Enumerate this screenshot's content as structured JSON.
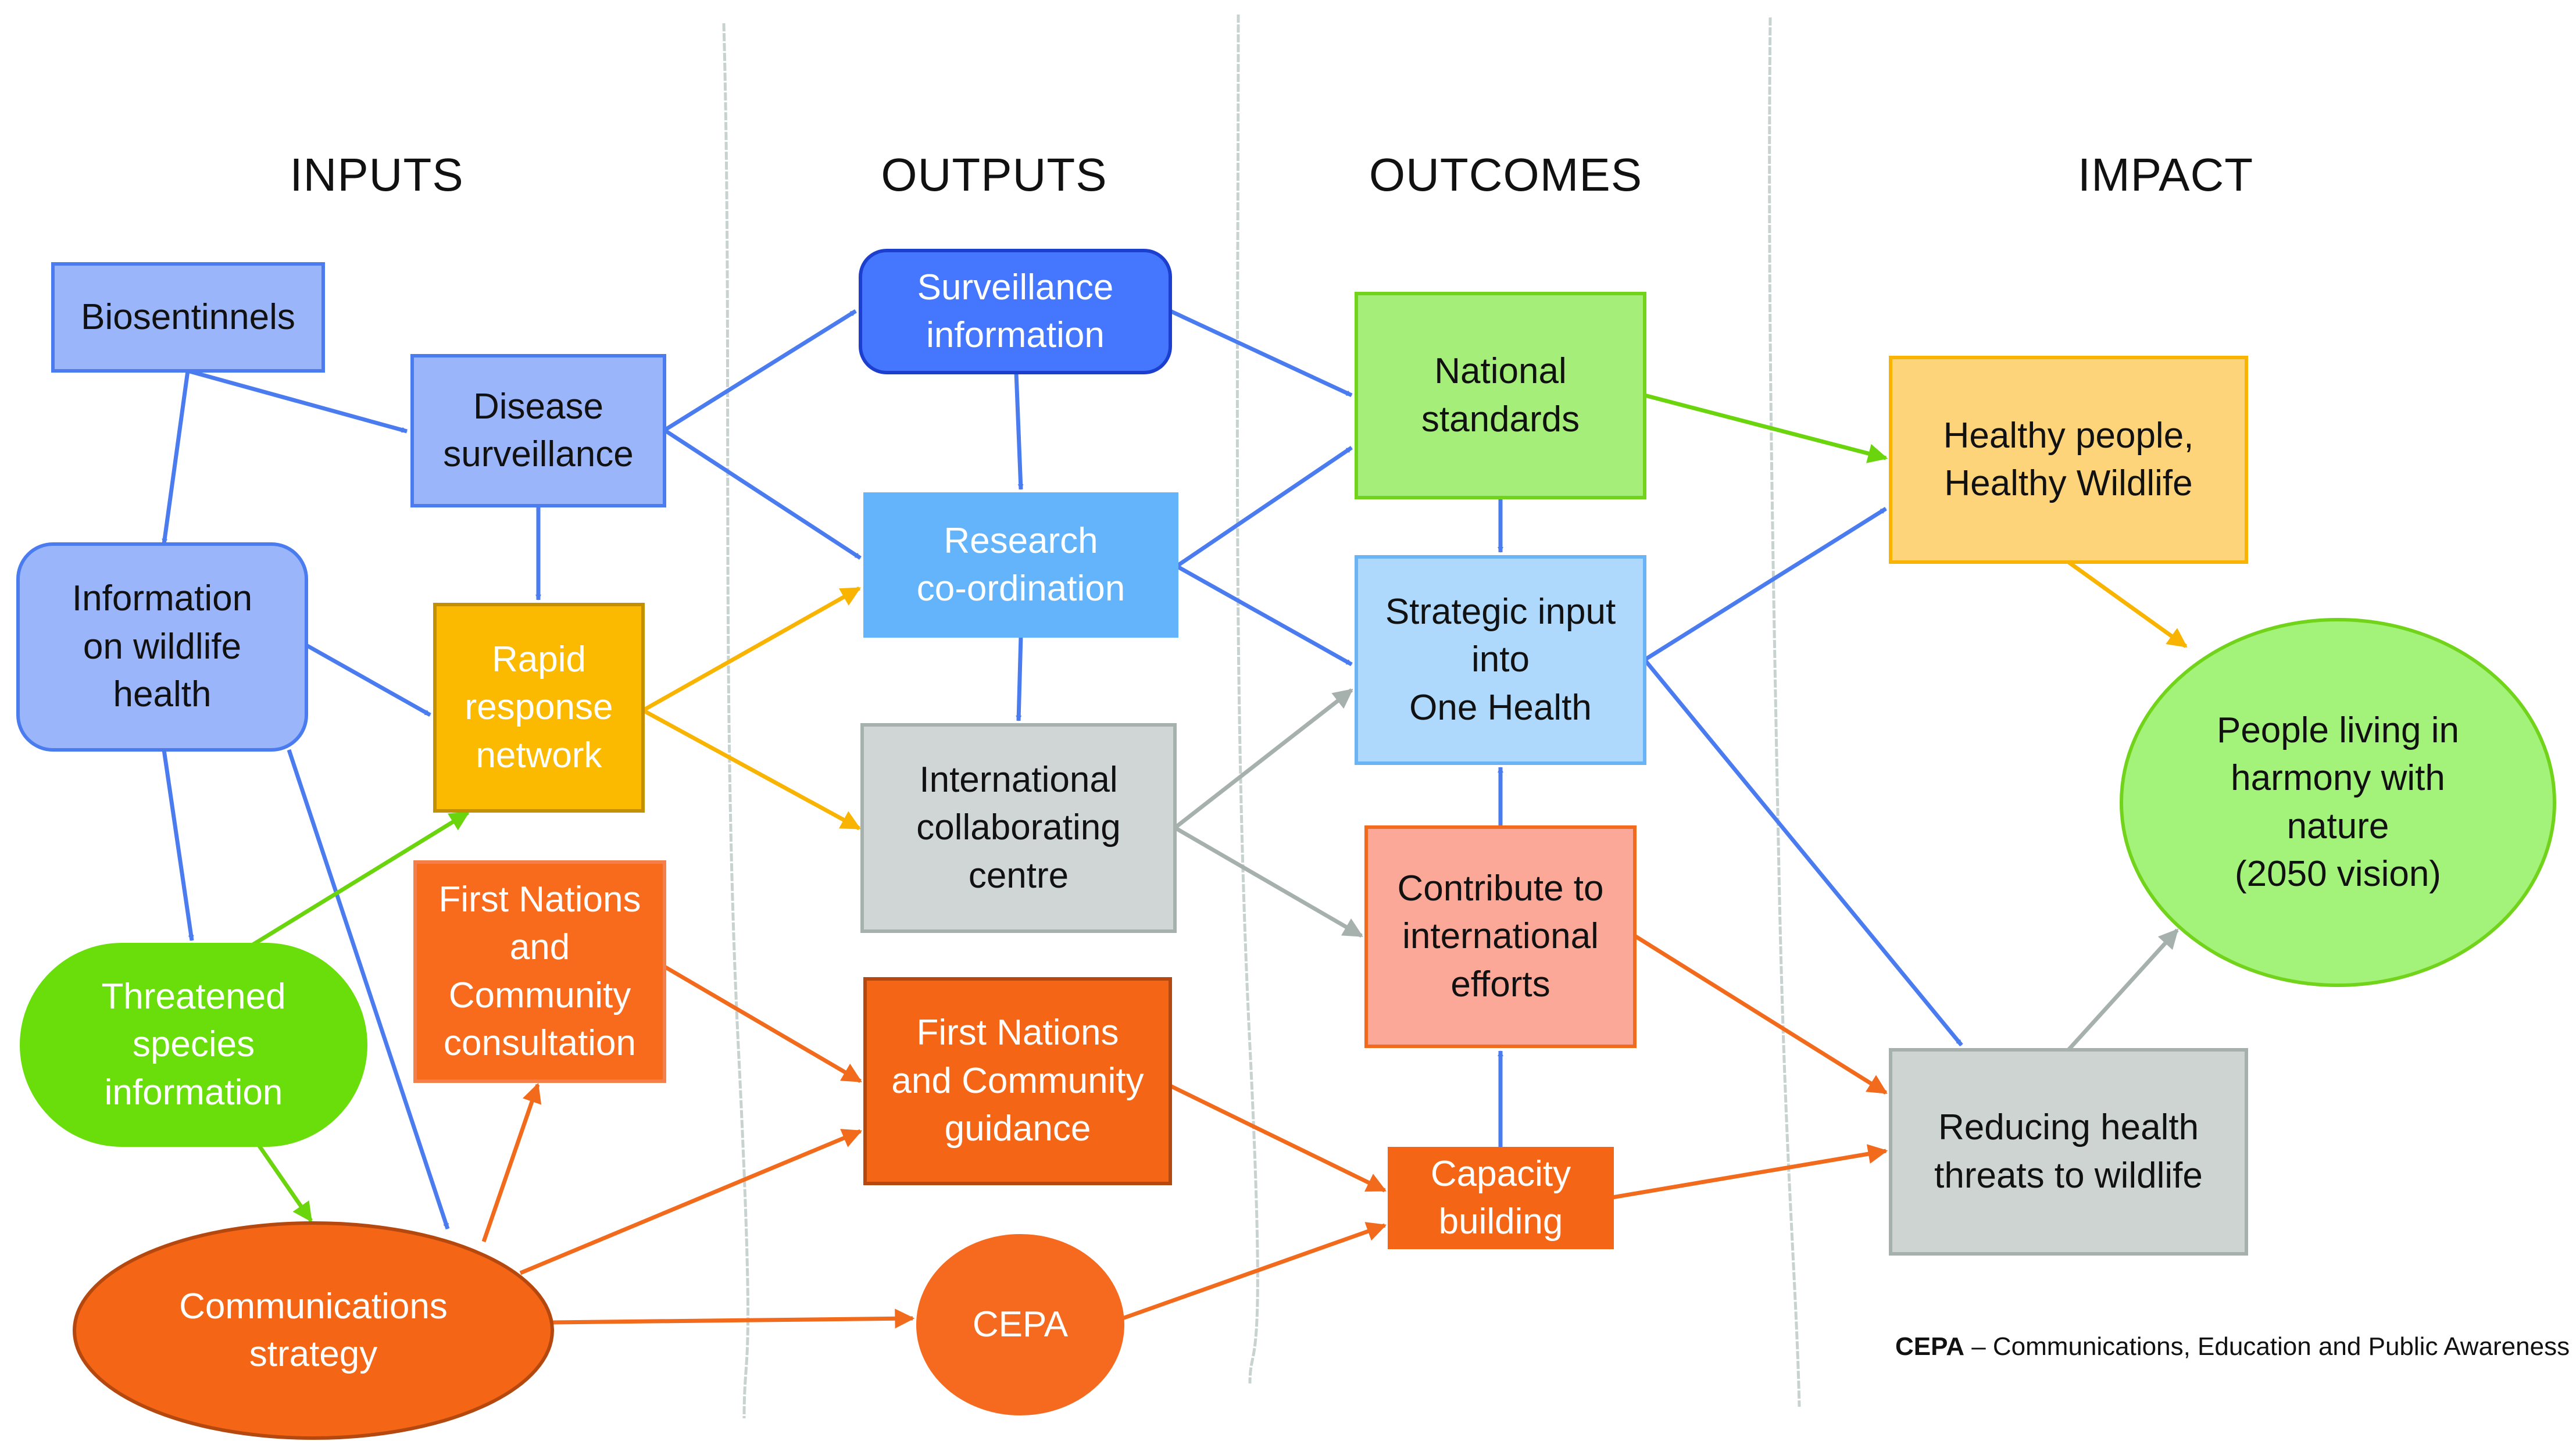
{
  "columns": [
    {
      "id": "inputs",
      "label": "INPUTS"
    },
    {
      "id": "outputs",
      "label": "OUTPUTS"
    },
    {
      "id": "outcomes",
      "label": "OUTCOMES"
    },
    {
      "id": "impact",
      "label": "IMPACT"
    }
  ],
  "colors": {
    "blue_arrow": "#4a7cf0",
    "orange_arrow": "#f26a1b",
    "yellow_arrow": "#f8b400",
    "green_arrow": "#6ad40c",
    "gray_arrow": "#a6b0ad",
    "divider": "#c8d2d0"
  },
  "nodes": {
    "biosentinnels": {
      "label": "Biosentinnels",
      "fill": "#9bb5fb",
      "border": "#4a7cf0",
      "text": "#111111"
    },
    "disease_surveillance": {
      "label": "Disease\nsurveillance",
      "fill": "#9bb5fb",
      "border": "#4a7cf0",
      "text": "#111111"
    },
    "info_wildlife_health": {
      "label": "Information\non wildlife\nhealth",
      "fill": "#9bb5fb",
      "border": "#4a7cf0",
      "text": "#111111"
    },
    "rapid_response": {
      "label": "Rapid\nresponse\nnetwork",
      "fill": "#fbb900",
      "border": "#c48f00",
      "text": "#ffffff"
    },
    "threatened_species": {
      "label": "Threatened\nspecies\ninformation",
      "fill": "#6ade0a",
      "border": "#6ade0a",
      "text": "#ffffff"
    },
    "first_nations_consultation": {
      "label": "First Nations\nand\nCommunity\nconsultation",
      "fill": "#f86a1c",
      "border": "#f3804a",
      "text": "#ffffff"
    },
    "communications_strategy": {
      "label": "Communications\nstrategy",
      "fill": "#f46516",
      "border": "#b4480e",
      "text": "#ffffff"
    },
    "surveillance_information": {
      "label": "Surveillance\ninformation",
      "fill": "#4477fd",
      "border": "#1c3fd0",
      "text": "#ffffff"
    },
    "research_coordination": {
      "label": "Research\nco-ordination",
      "fill": "#63b4fb",
      "border": "#63b4fb",
      "text": "#ffffff"
    },
    "international_collaborating_centre": {
      "label": "International\ncollaborating\ncentre",
      "fill": "#cfd6d5",
      "border": "#a6b0ad",
      "text": "#111111"
    },
    "first_nations_guidance": {
      "label": "First Nations\nand Community\nguidance",
      "fill": "#f46516",
      "border": "#b4480e",
      "text": "#ffffff"
    },
    "cepa": {
      "label": "CEPA",
      "fill": "#f66a1f",
      "border": "#f66a1f",
      "text": "#ffffff"
    },
    "national_standards": {
      "label": "National\nstandards",
      "fill": "#a6ee7a",
      "border": "#72d41a",
      "text": "#111111"
    },
    "strategic_input": {
      "label": "Strategic input\ninto\nOne Health",
      "fill": "#aed8fc",
      "border": "#6ab4f6",
      "text": "#111111"
    },
    "contribute_international": {
      "label": "Contribute to\ninternational\nefforts",
      "fill": "#fba898",
      "border": "#f26a1b",
      "text": "#111111"
    },
    "capacity_building": {
      "label": "Capacity\nbuilding",
      "fill": "#f46516",
      "border": "#f46516",
      "text": "#ffffff"
    },
    "healthy_people": {
      "label": "Healthy people,\nHealthy Wildlife",
      "fill": "#fdd47a",
      "border": "#f8b400",
      "text": "#111111"
    },
    "people_living_harmony": {
      "label": "People living in\nharmony with\nnature\n(2050 vision)",
      "fill": "#a3f27a",
      "border": "#72d41a",
      "text": "#111111"
    },
    "reducing_health_threats": {
      "label": "Reducing health\nthreats to wildlife",
      "fill": "#cdd4d2",
      "border": "#a6b0ad",
      "text": "#111111"
    }
  },
  "edges": [
    {
      "from": "biosentinnels",
      "to": "disease_surveillance",
      "color": "blue"
    },
    {
      "from": "biosentinnels",
      "to": "info_wildlife_health",
      "color": "blue"
    },
    {
      "from": "disease_surveillance",
      "to": "rapid_response",
      "color": "blue"
    },
    {
      "from": "disease_surveillance",
      "to": "surveillance_information",
      "color": "blue"
    },
    {
      "from": "disease_surveillance",
      "to": "research_coordination",
      "color": "blue"
    },
    {
      "from": "info_wildlife_health",
      "to": "rapid_response",
      "color": "blue"
    },
    {
      "from": "info_wildlife_health",
      "to": "threatened_species",
      "color": "blue"
    },
    {
      "from": "info_wildlife_health",
      "to": "communications_strategy",
      "color": "blue"
    },
    {
      "from": "threatened_species",
      "to": "rapid_response",
      "color": "green"
    },
    {
      "from": "threatened_species",
      "to": "communications_strategy",
      "color": "green"
    },
    {
      "from": "rapid_response",
      "to": "research_coordination",
      "color": "yellow"
    },
    {
      "from": "rapid_response",
      "to": "international_collaborating_centre",
      "color": "yellow"
    },
    {
      "from": "communications_strategy",
      "to": "first_nations_consultation",
      "color": "orange"
    },
    {
      "from": "communications_strategy",
      "to": "first_nations_guidance",
      "color": "orange"
    },
    {
      "from": "communications_strategy",
      "to": "cepa",
      "color": "orange"
    },
    {
      "from": "first_nations_consultation",
      "to": "first_nations_guidance",
      "color": "orange"
    },
    {
      "from": "surveillance_information",
      "to": "research_coordination",
      "color": "blue"
    },
    {
      "from": "surveillance_information",
      "to": "national_standards",
      "color": "blue"
    },
    {
      "from": "research_coordination",
      "to": "international_collaborating_centre",
      "color": "blue"
    },
    {
      "from": "research_coordination",
      "to": "national_standards",
      "color": "blue"
    },
    {
      "from": "research_coordination",
      "to": "strategic_input",
      "color": "blue"
    },
    {
      "from": "international_collaborating_centre",
      "to": "strategic_input",
      "color": "gray"
    },
    {
      "from": "international_collaborating_centre",
      "to": "contribute_international",
      "color": "gray"
    },
    {
      "from": "first_nations_guidance",
      "to": "capacity_building",
      "color": "orange"
    },
    {
      "from": "cepa",
      "to": "capacity_building",
      "color": "orange"
    },
    {
      "from": "national_standards",
      "to": "strategic_input",
      "color": "blue"
    },
    {
      "from": "national_standards",
      "to": "healthy_people",
      "color": "green"
    },
    {
      "from": "contribute_international",
      "to": "strategic_input",
      "color": "blue"
    },
    {
      "from": "capacity_building",
      "to": "contribute_international",
      "color": "blue"
    },
    {
      "from": "strategic_input",
      "to": "healthy_people",
      "color": "blue"
    },
    {
      "from": "strategic_input",
      "to": "reducing_health_threats",
      "color": "blue"
    },
    {
      "from": "contribute_international",
      "to": "reducing_health_threats",
      "color": "orange"
    },
    {
      "from": "capacity_building",
      "to": "reducing_health_threats",
      "color": "orange"
    },
    {
      "from": "healthy_people",
      "to": "people_living_harmony",
      "color": "yellow"
    },
    {
      "from": "reducing_health_threats",
      "to": "people_living_harmony",
      "color": "gray"
    }
  ],
  "footnote": {
    "abbr": "CEPA",
    "separator": " – ",
    "text": "Communications, Education and Public Awareness"
  }
}
